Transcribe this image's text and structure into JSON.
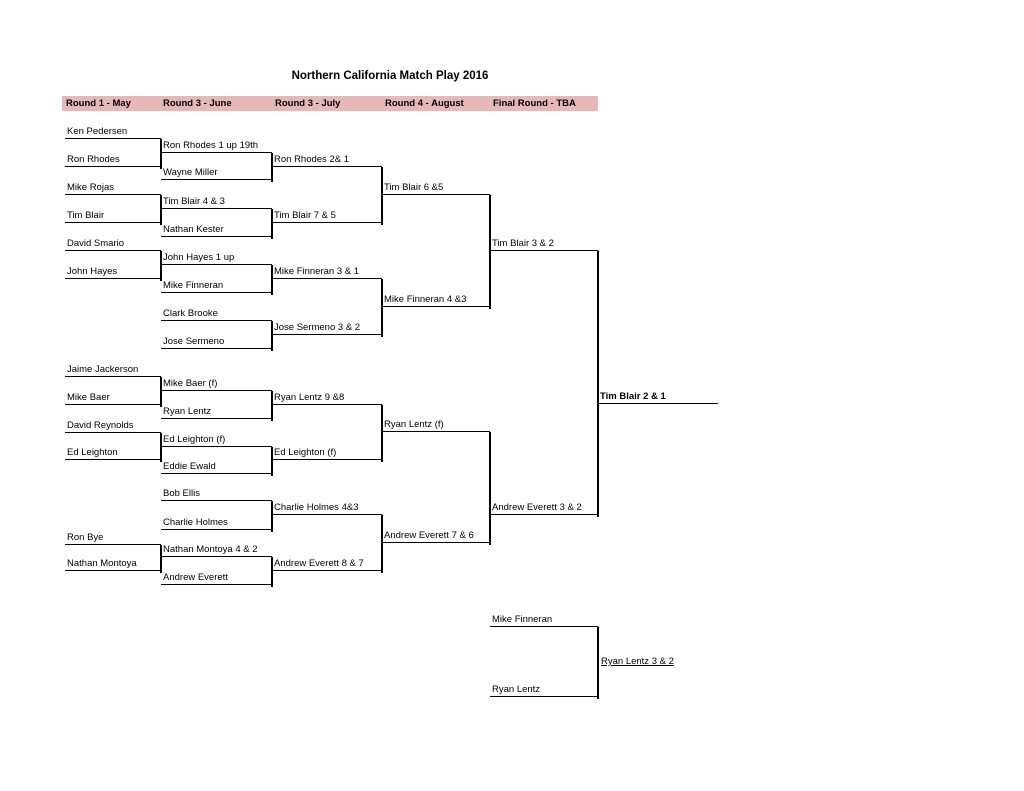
{
  "title": "Northern California Match Play 2016",
  "headers": [
    "Round 1 - May",
    "Round 3 - June",
    "Round 3 - July",
    "Round 4 - August",
    "Final Round - TBA"
  ],
  "round1": [
    "Ken Pedersen",
    "Ron Rhodes",
    "Mike Rojas",
    "Tim Blair",
    "David Smario",
    "John Hayes",
    "Jaime Jackerson",
    "Mike Baer",
    "David Reynolds",
    "Ed Leighton",
    "Ron Bye",
    "Nathan Montoya"
  ],
  "round2": [
    "Ron Rhodes 1 up 19th",
    "Wayne Miller",
    "Tim Blair 4 & 3",
    "Nathan Kester",
    "John Hayes 1 up",
    "Mike Finneran",
    "Clark Brooke",
    "Jose Sermeno",
    "Mike Baer (f)",
    "Ryan Lentz",
    "Ed Leighton (f)",
    "Eddie Ewald",
    "Bob Ellis",
    "Charlie Holmes",
    "Nathan Montoya 4 & 2",
    "Andrew Everett"
  ],
  "round3": [
    "Ron Rhodes  2& 1",
    "Tim Blair 7 & 5",
    "Mike Finneran 3 & 1",
    "Jose Sermeno 3 & 2",
    "Ryan Lentz 9 &8",
    "Ed Leighton (f)",
    "Charlie Holmes  4&3",
    "Andrew Everett 8 & 7"
  ],
  "round4": [
    "Tim Blair 6 &5",
    "Mike Finneran 4 &3",
    "Ryan Lentz (f)",
    "Andrew Everett 7 & 6"
  ],
  "round5": [
    "Tim Blair 3 & 2",
    "Andrew Everett 3 & 2"
  ],
  "champion": "Tim Blair 2 & 1",
  "consolation": {
    "players": [
      "Mike Finneran",
      "Ryan Lentz"
    ],
    "result": "Ryan Lentz 3 & 2"
  }
}
